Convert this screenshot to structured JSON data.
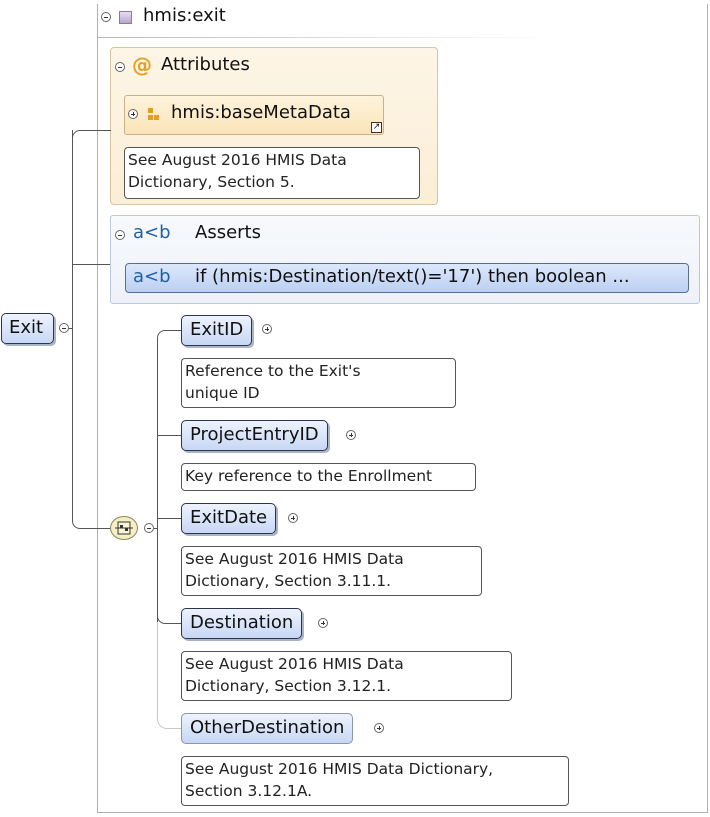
{
  "root": {
    "label": "Exit"
  },
  "element": {
    "name": "hmis:exit"
  },
  "attributes": {
    "title": "Attributes",
    "item": {
      "name": "hmis:baseMetaData"
    },
    "note": [
      "See August 2016 HMIS Data",
      "Dictionary, Section 5."
    ]
  },
  "asserts": {
    "title": "Asserts",
    "icon": "a<b",
    "item": {
      "icon": "a<b",
      "text": "if (hmis:Destination/text()='17') then boolean ..."
    }
  },
  "sequence": {
    "icon": "sequence-compositor-icon",
    "children": [
      {
        "name": "ExitID",
        "note": [
          "Reference to the Exit's",
          "unique ID"
        ]
      },
      {
        "name": "ProjectEntryID",
        "note": [
          "Key reference to the Enrollment"
        ]
      },
      {
        "name": "ExitDate",
        "note": [
          "See August 2016 HMIS Data",
          "Dictionary, Section 3.11.1."
        ]
      },
      {
        "name": "Destination",
        "note": [
          "See August 2016 HMIS Data",
          "Dictionary, Section 3.12.1."
        ]
      },
      {
        "name": "OtherDestination",
        "note": [
          "See August 2016 HMIS Data Dictionary,",
          "Section 3.12.1A."
        ]
      }
    ]
  },
  "colors": {
    "node_top": "#eef3fd",
    "node_bottom": "#c7d7f5",
    "attr_bg": "#fbeed6",
    "accent": "#1f5fa8"
  }
}
